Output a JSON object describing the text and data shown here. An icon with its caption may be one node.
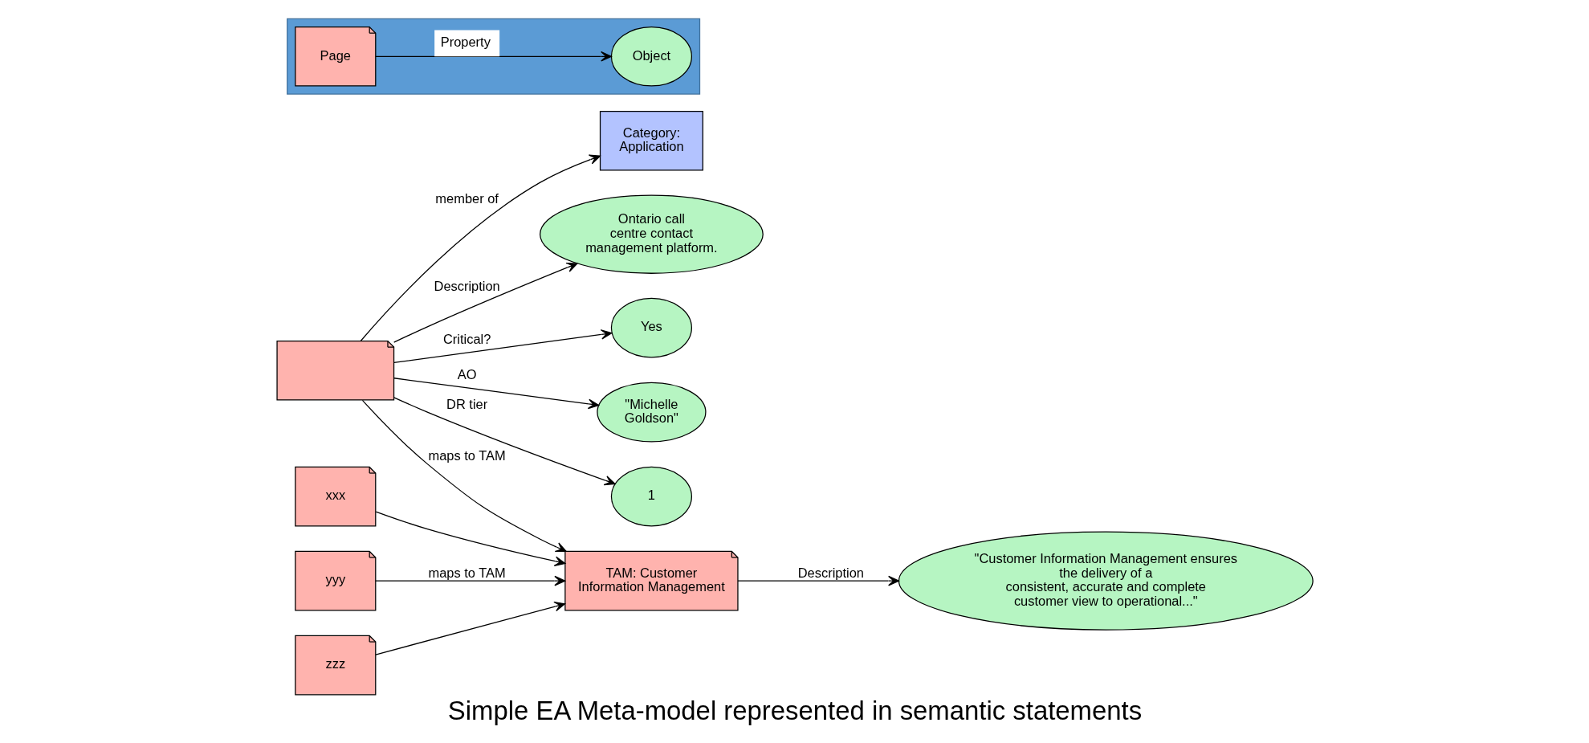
{
  "diagram": {
    "caption": "Simple EA Meta-model represented in semantic statements",
    "nodes": [
      {
        "text": [
          "Category: Application"
        ]
      },
      {
        "text": [],
        "shape": "box"
      },
      {
        "text": [
          "Ontario call centre contact management platform."
        ]
      },
      {
        "text": [
          "Yes"
        ]
      },
      {
        "text": [
          "\"Michelle Goldson\""
        ]
      },
      {
        "text": [
          "1"
        ]
      },
      {
        "text": [
          "TAM: Customer Information Management"
        ]
      },
      {
        "text": [
          "xxx"
        ]
      },
      {
        "text": [
          "yyy"
        ]
      },
      {
        "text": [
          "zzz"
        ]
      },
      {
        "text": [
          "\"Customer Information Management ensures the delivery of a consistent, accurate and complete customer view to operational...\""
        ]
      },
      {
        "text": [],
        "shape": "arrow"
      },
      {
        "text": [
          "Page"
        ],
        "in": 11
      },
      {
        "text": [
          "Object"
        ],
        "in": 11
      }
    ],
    "edges": [
      {
        "from": 1,
        "to": 0,
        "arrow": "to",
        "label": "member of"
      },
      {
        "from": 1,
        "to": 2,
        "arrow": "to",
        "label": "Description"
      },
      {
        "from": 1,
        "to": 3,
        "arrow": "to",
        "label": "Critical?"
      },
      {
        "from": 1,
        "to": 4,
        "arrow": "to",
        "label": "AO"
      },
      {
        "from": 1,
        "to": 5,
        "arrow": "to",
        "label": "DR tier"
      },
      {
        "from": 1,
        "to": 6,
        "arrow": "to",
        "label": "maps to TAM"
      },
      {
        "from": 7,
        "to": 6,
        "arrow": "to"
      },
      {
        "from": 8,
        "to": 6,
        "arrow": "to",
        "label": "maps to TAM"
      },
      {
        "from": 9,
        "to": 6,
        "arrow": "to"
      },
      {
        "from": 6,
        "to": 10,
        "arrow": "to",
        "label": "Description"
      },
      {
        "from": 12,
        "to": 13,
        "arrow": "to",
        "label": "Property"
      }
    ]
  }
}
